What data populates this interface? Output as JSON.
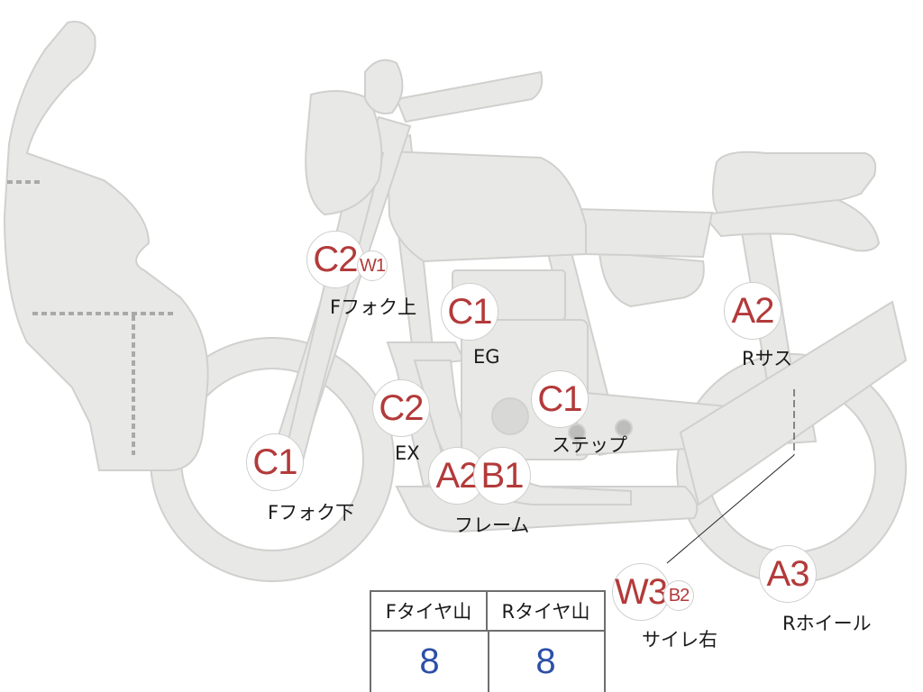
{
  "colors": {
    "body_fill": "#e8e8e6",
    "body_stroke": "#d0d0ce",
    "marker_text": "#b33a3a",
    "tread_value": "#2e4fa8"
  },
  "markers": {
    "c2_ffork_top": "C2",
    "w1_ffork_top": "W1",
    "c1_eg": "C1",
    "a2_rsus": "A2",
    "c2_ex": "C2",
    "c1_step": "C1",
    "c1_ffork_bottom": "C1",
    "a2_frame": "A2",
    "b1_frame": "B1",
    "w3_silencer": "W3",
    "b2_silencer": "B2",
    "a3_rwheel": "A3"
  },
  "labels": {
    "ffork_top": "Fフォク上",
    "eg": "EG",
    "rsus": "Rサス",
    "ex": "EX",
    "step": "ステップ",
    "ffork_bottom": "Fフォク下",
    "frame": "フレーム",
    "silencer_right": "サイレ右",
    "rwheel": "Rホイール"
  },
  "tread_table": {
    "front_header": "Fタイヤ山",
    "rear_header": "Rタイヤ山",
    "front_value": "8",
    "rear_value": "8"
  }
}
